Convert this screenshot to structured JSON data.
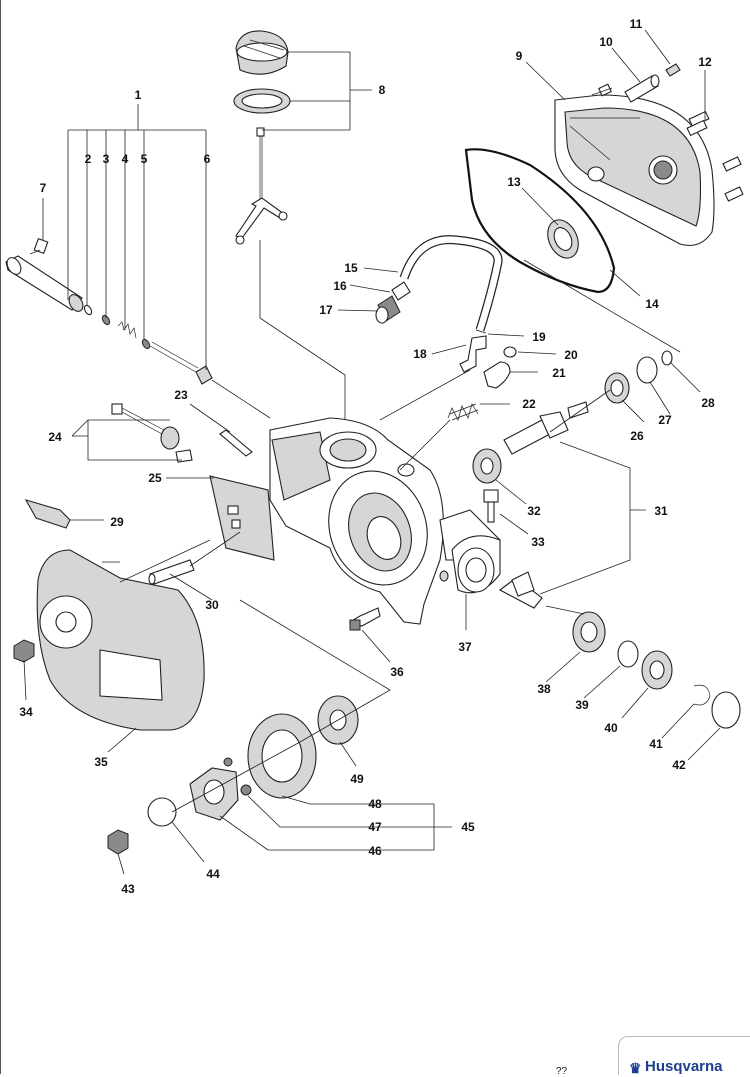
{
  "page": {
    "page_number": "??",
    "brand": "Husqvarna"
  },
  "colors": {
    "line": "#222222",
    "brand": "#1e3f8f"
  },
  "diagram": {
    "type": "exploded parts diagram",
    "part_numbers": [
      "1",
      "2",
      "3",
      "4",
      "5",
      "6",
      "7",
      "8",
      "9",
      "10",
      "11",
      "12",
      "13",
      "14",
      "15",
      "16",
      "17",
      "18",
      "19",
      "20",
      "21",
      "22",
      "23",
      "24",
      "25",
      "26",
      "27",
      "28",
      "29",
      "30",
      "31",
      "32",
      "33",
      "34",
      "35",
      "36",
      "37",
      "38",
      "39",
      "40",
      "41",
      "42",
      "43",
      "44",
      "45",
      "46",
      "47",
      "48",
      "49"
    ]
  }
}
